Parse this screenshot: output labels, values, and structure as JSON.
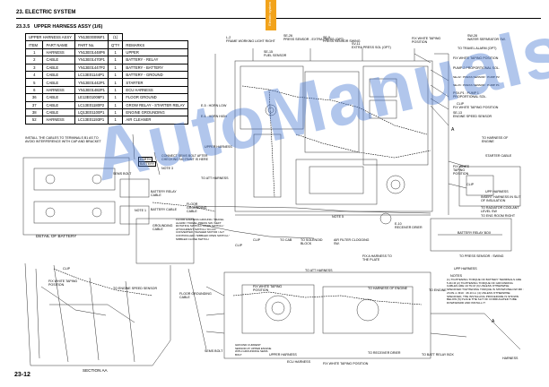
{
  "header": {
    "chapter": "23. ELECTRIC SYSTEM",
    "tab": "Electric system"
  },
  "section": {
    "number": "23.3.5",
    "title": "UPPER HARNESS ASSY (1/6)"
  },
  "parts_table": {
    "assy_label": "UPPER HARNESS ASSY",
    "assy_part": "YN13E00095F1",
    "assy_note": "(1)",
    "columns": [
      "ITEM",
      "PART NAME",
      "PART No.",
      "Q'TY",
      "REMARKS"
    ],
    "rows": [
      [
        "1",
        "HARNESS",
        "YN13E01448P6",
        "1",
        "UPPER"
      ],
      [
        "2",
        "CABLE",
        "YN13E01470P1",
        "1",
        "BATTERY - RELAY"
      ],
      [
        "3",
        "CABLE",
        "YN13E01447P2",
        "1",
        "BATTERY - BATTERY"
      ],
      [
        "4",
        "CABLE",
        "LC13E01144P1",
        "1",
        "BATTERY - GROUND"
      ],
      [
        "5",
        "CABLE",
        "YN13E01442P1",
        "1",
        "STARTER"
      ],
      [
        "6",
        "HARNESS",
        "YN13E01482P1",
        "1",
        "ECU HARNESS"
      ],
      [
        "36",
        "CABLE",
        "LE13E01006P1",
        "1",
        "FLOOR GROUND"
      ],
      [
        "37",
        "CABLE",
        "LC13E01180P2",
        "1",
        "GROW RELAY - STARTER RELAY"
      ],
      [
        "38",
        "CABLE",
        "LQ13E01100P1",
        "1",
        "ENGINE GROUNDING"
      ],
      [
        "52",
        "HARNESS",
        "LC13E01193P1",
        "1",
        "AIR CLEANER"
      ]
    ]
  },
  "labels": {
    "l1": "L-2",
    "l1b": "FRAME WORKING LIGHT RIGHT",
    "se26": "SE-26",
    "se26b": "PRESS SENSOR - EXTRA PRESS (OPT)",
    "se5": "SE-5",
    "se5b": "PRESS SENSOR SWING",
    "sv11": "SV-11",
    "sv11b": "EXTRA PRESS SOL (OPT)",
    "se15": "SE-15",
    "se15b": "FUEL SENSOR",
    "sw28": "SW-28",
    "sw28b": "WATER SEPARATOR SW.",
    "fixwhite1": "FIX WHITE TAPING POSITION",
    "travel_alarm": "TO TRAVEL ALARM (OPT)",
    "fixwhite2": "FIX WHITE TAPING POSITION",
    "pump2": "PUMP 2 PROPORTIONAL SOL.",
    "se22": "SE-22 : PRESS SENSOR : PUMP P2",
    "se23": "SE-23 : PRESS SENSOR : PUMP P1",
    "psv": "PSV-P1 : PUMP 1 PROPORTIONAL SOL.",
    "clip1": "CLIP",
    "fixwhite3": "FIX WHITE TAPING POSITION",
    "se13": "SE-13",
    "se13b": "ENGINE SPEED SENSOR",
    "horn_low": "E-5 : HORN LOW",
    "horn_high": "E-6 : HORN HIGH",
    "to_harness_engine": "TO HARNESS OF ENGINE",
    "starter_cable": "STARTER CABLE",
    "fix_white_4": "FIX WHITE TAPING POSITION",
    "clip2": "CLIP",
    "upper_harness": "UPPER HARNESS",
    "install_note": "INSTALL THE CABLES TO TERMINALS B1 AS TO AVOID INTERFERENCE WITH CAP AND BRACKET",
    "earth": "EARTH",
    "battery": "BATTERY",
    "connect_note": "CONNECT SEMS BOLT AFTER CHECKING NO PAINT IS HERE",
    "note3": "NOTE 3",
    "sems_bolt": "SEMS BOLT",
    "to_att_harness": "TO ATT HARNESS",
    "note1": "NOTE 1",
    "battery_relay": "BATTERY RELAY CABLE",
    "battery_cable": "BATTERY CABLE",
    "grounding": "GROUNDING CABLE",
    "detail_battery": "DETAIL OF BATTERY",
    "floor_ground": "FLOOR GROUNDING CABLE",
    "floor_list": "FLOOR HARNESS GROUND / TRAVEL ALARM / TRAVEL PRESS SW / LEFT ROTATING SWITCH / HORN SWITCH / ATTACHMENT SWITCH / DC-DC CONVERTER / WASHER MOTOR / ALT CONTROLLER / NIBBLER OPEN SWITCH / NIBBLER CLOSE SWITCH",
    "note5": "NOTE 5",
    "e10": "E-10",
    "e10b": "RECEIVER DRIER",
    "clip3": "CLIP",
    "clip4": "CLIP",
    "to_cab": "TO CAB",
    "solenoid": "TO SOLENOID BLOCK",
    "air_filter": "AIR FILTER CLOGGING SW.",
    "fix_harness_plate": "FIX A HARNESS TO THE PLATE",
    "battery_relay_box": "BATTERY RELAY BOX",
    "upp_harness": "UPP HARNESS",
    "insert_harness": "INSERT HARNESS IN SLIT OF INSULATION",
    "radiator": "TO RADIATOR COOLANT LEVEL SW",
    "room_right": "TO ENG ROOM RIGHT",
    "press_sensor_swing": "TO PRESS SENSOR : SWING",
    "upp_harness2": "UPP HARNESS",
    "notes_title": "NOTES",
    "notes_text": "(1) TIGHTENING TORQUE OF BATTERY TERMINALS ARE 5.4N·M (2) TIGHTENING TORQUE OF GROUNDING CABLES ARE 19.7N·M (3) UNLESS OTHERWISE SPECIFIED TIGHTENING TORQUE IS SHOWN BELOW M8 : 23.0N·m M10 : 46.1N·m (4) UNLESS OTHERWISE SPECIFIED, THE INSTALLING PROCEDURE IS SHOWN BELOW (5) PLACE THE SLIT OF CORRUGATED TUBE DOWNWARD AND INSTALL IT",
    "clip5": "CLIP",
    "fix_white_5": "FIX WHITE TAPING POSITION",
    "to_engine_speed": "TO ENGINE SPEED SENSOR",
    "floor_ground2": "FLOOR GROUNDING CABLE",
    "to_att_harness2": "TO ATT HARNESS",
    "fix_white_6": "FIX WHITE TAPING POSITION",
    "to_harness_engine2": "TO HARNESS OF ENGINE",
    "to_engine": "TO ENGINE",
    "sems_bolt2": "SEMS BOLT",
    "ground_note": "GROUND CURRENT SENSOR AT UPPER ENGINE WITH GROUNDING SEMS BOLT",
    "upper_harness2": "UPPER HARNESS",
    "ecu_harness": "ECU HARNESS",
    "fix_white_7": "FIX WHITE TAPING POSITION",
    "to_receiver": "TO RECEIVER DRIER",
    "to_relay_box": "TO BATT RELAY BOX",
    "harness": "HARNESS",
    "section_aa": "SECTION AA",
    "a_mark": "A"
  },
  "watermark": "AutoManuals",
  "page_number": "23-12"
}
